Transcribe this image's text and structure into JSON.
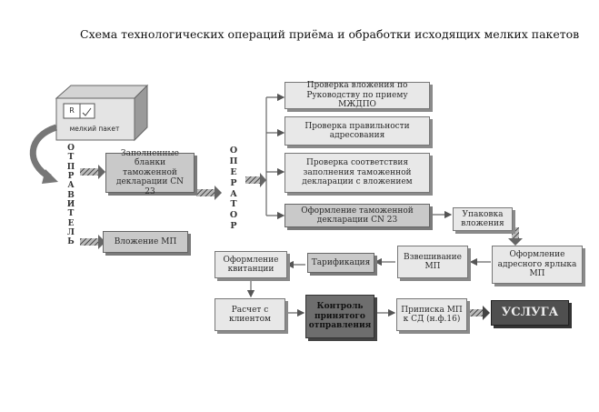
{
  "title": "Схема технологических операций приёма и обработки исходящих мелких пакетов",
  "device_label": "мелкий пакет",
  "device_screen_text": "R",
  "sender_vertical": "ОТПРАВИТЕЛЬ",
  "operator_vertical": "ОПЕРАТОР",
  "boxes": {
    "filled_forms": "Заполненные бланки таможенной декларации CN 23",
    "enclosure": "Вложение МП",
    "check_enclosure": "Проверка вложения по Руководству по приему МЖДПО",
    "check_address": "Проверка правильности адресования",
    "check_customs": "Проверка соответствия заполнения таможенной декларации с вложением",
    "customs_decl": "Оформление таможенной декларации CN 23",
    "packing": "Упаковка вложения",
    "address_label": "Оформление адресного ярлыка МП",
    "weighing": "Взвешивание МП",
    "tariff": "Тарификация",
    "receipt": "Оформление квитанции",
    "payment": "Расчет с клиентом",
    "control": "Контроль принятого отправления",
    "attach": "Приписка МП к СД (н.ф.16)",
    "service": "УСЛУГА"
  }
}
